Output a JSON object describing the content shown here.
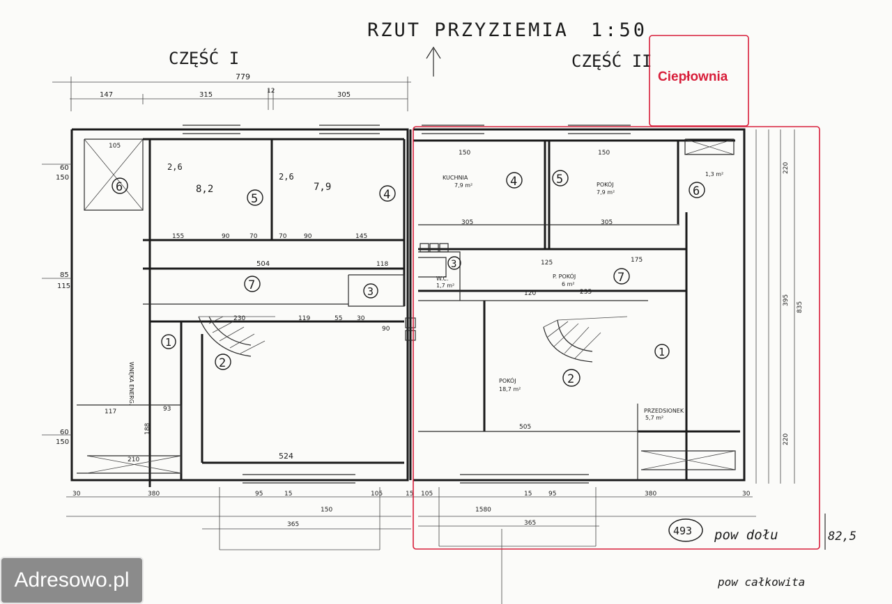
{
  "title": "RZUT PRZYZIEMIA",
  "scale": "1:50",
  "part_left": "CZĘŚĆ I",
  "part_right": "CZĘŚĆ II",
  "highlight_label": "Ciepłownia",
  "watermark": "Adresowo.pl",
  "notes": {
    "area_bottom": "493",
    "area_bottom_text": "pow dołu",
    "area_side": "82,5",
    "area_total_text": "pow całkowita"
  },
  "rooms_right": [
    {
      "id": "kuchnia",
      "name": "KUCHNIA",
      "area": "7,9 m²",
      "number": "4"
    },
    {
      "id": "pokoj-top",
      "name": "POKÓJ",
      "area": "7,9 m²",
      "number": "5"
    },
    {
      "id": "small",
      "name": "",
      "area": "1,3 m²",
      "number": "6"
    },
    {
      "id": "wc",
      "name": "W.C.",
      "area": "1,7 m²",
      "number": "3"
    },
    {
      "id": "p-pokoj",
      "name": "P. POKÓJ",
      "area": "6 m²",
      "number": "7"
    },
    {
      "id": "pokoj-big",
      "name": "POKÓJ",
      "area": "18,7 m²",
      "number": "2"
    },
    {
      "id": "przedsionek",
      "name": "PRZEDSIONEK",
      "area": "5,7 m²",
      "number": "1"
    }
  ],
  "rooms_left": [
    {
      "id": "l6",
      "number": "6"
    },
    {
      "id": "l5",
      "number": "5",
      "area": "8,2",
      "height": "2,6"
    },
    {
      "id": "l4",
      "number": "4",
      "area": "7,9",
      "height": "2,6"
    },
    {
      "id": "l7",
      "number": "7"
    },
    {
      "id": "l3",
      "number": "3"
    },
    {
      "id": "l1",
      "number": "1"
    },
    {
      "id": "l2",
      "number": "2"
    }
  ],
  "dims_top": [
    "779",
    "147",
    "315",
    "12",
    "305"
  ],
  "dims_bottom": [
    "30",
    "380",
    "95",
    "15",
    "150",
    "105",
    "15",
    "105",
    "1580",
    "15",
    "95",
    "380",
    "30"
  ],
  "dims_bottom2": [
    "365",
    "365"
  ],
  "dims_mid": [
    "504",
    "118",
    "524",
    "230",
    "119",
    "55",
    "30",
    "90",
    "505",
    "235",
    "120",
    "125",
    "175"
  ],
  "dims_rooms": [
    "305",
    "305",
    "150",
    "150",
    "155",
    "90",
    "70",
    "70",
    "90",
    "145",
    "105",
    "188",
    "117",
    "93",
    "210"
  ],
  "dims_side_right": [
    "835",
    "395",
    "220",
    "220"
  ],
  "dims_side_left": [
    "60",
    "150",
    "85",
    "115",
    "60",
    "150"
  ],
  "chimney_label": "WNĘKA ENERG."
}
